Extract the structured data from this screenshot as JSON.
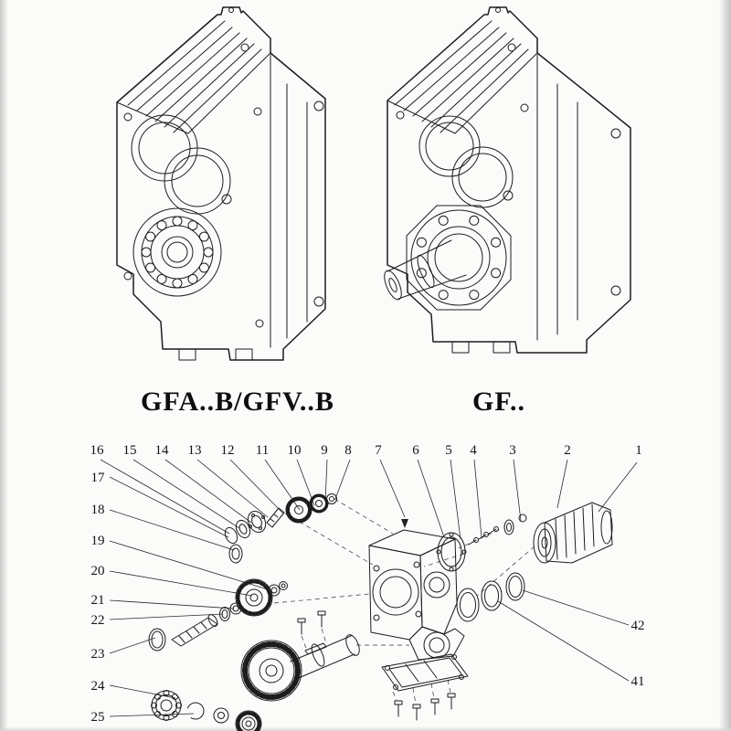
{
  "models": {
    "left_label": "GFA..B/GFV..B",
    "right_label": "GF.."
  },
  "exploded": {
    "top_numbers": [
      "16",
      "15",
      "14",
      "13",
      "12",
      "11",
      "10",
      "9",
      "8",
      "7",
      "6",
      "5",
      "4",
      "3",
      "2",
      "1"
    ],
    "left_numbers": [
      "17",
      "18",
      "19",
      "20",
      "21",
      "22",
      "23",
      "24",
      "25"
    ],
    "right_numbers": [
      "42",
      "41"
    ]
  }
}
